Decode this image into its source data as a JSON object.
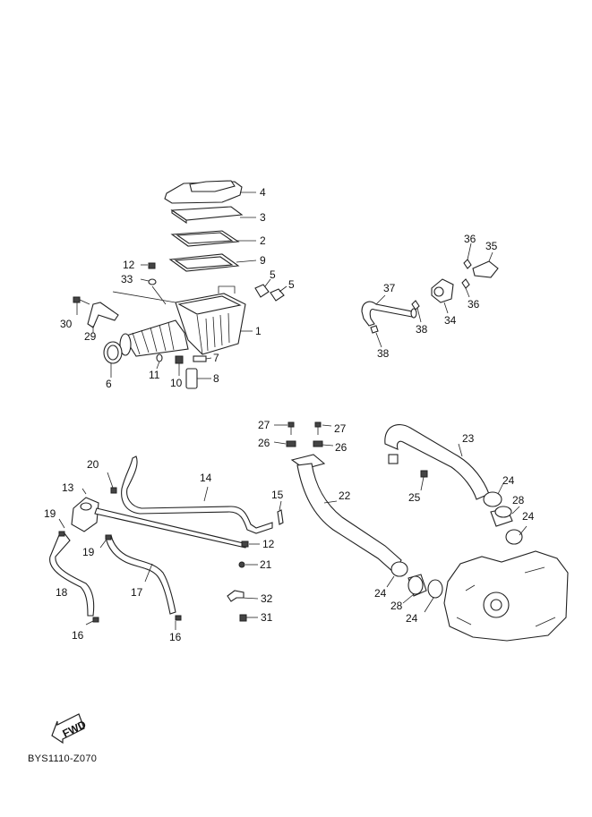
{
  "diagram_code": "BYS1110-Z070",
  "fwd_label": "FWD",
  "callouts": [
    {
      "id": "c4",
      "text": "4"
    },
    {
      "id": "c3",
      "text": "3"
    },
    {
      "id": "c2",
      "text": "2"
    },
    {
      "id": "c9",
      "text": "9"
    },
    {
      "id": "c12a",
      "text": "12"
    },
    {
      "id": "c33",
      "text": "33"
    },
    {
      "id": "c5a",
      "text": "5"
    },
    {
      "id": "c5b",
      "text": "5"
    },
    {
      "id": "c1",
      "text": "1"
    },
    {
      "id": "c30",
      "text": "30"
    },
    {
      "id": "c29",
      "text": "29"
    },
    {
      "id": "c6",
      "text": "6"
    },
    {
      "id": "c11",
      "text": "11"
    },
    {
      "id": "c10",
      "text": "10"
    },
    {
      "id": "c7",
      "text": "7"
    },
    {
      "id": "c8",
      "text": "8"
    },
    {
      "id": "c36a",
      "text": "36"
    },
    {
      "id": "c35",
      "text": "35"
    },
    {
      "id": "c37",
      "text": "37"
    },
    {
      "id": "c36b",
      "text": "36"
    },
    {
      "id": "c38a",
      "text": "38"
    },
    {
      "id": "c34",
      "text": "34"
    },
    {
      "id": "c38b",
      "text": "38"
    },
    {
      "id": "c27a",
      "text": "27"
    },
    {
      "id": "c27b",
      "text": "27"
    },
    {
      "id": "c26a",
      "text": "26"
    },
    {
      "id": "c26b",
      "text": "26"
    },
    {
      "id": "c23",
      "text": "23"
    },
    {
      "id": "c25",
      "text": "25"
    },
    {
      "id": "c22",
      "text": "22"
    },
    {
      "id": "c24a",
      "text": "24"
    },
    {
      "id": "c28a",
      "text": "28"
    },
    {
      "id": "c24b",
      "text": "24"
    },
    {
      "id": "c24c",
      "text": "24"
    },
    {
      "id": "c28b",
      "text": "28"
    },
    {
      "id": "c24d",
      "text": "24"
    },
    {
      "id": "c20",
      "text": "20"
    },
    {
      "id": "c14",
      "text": "14"
    },
    {
      "id": "c13",
      "text": "13"
    },
    {
      "id": "c15",
      "text": "15"
    },
    {
      "id": "c19a",
      "text": "19"
    },
    {
      "id": "c19b",
      "text": "19"
    },
    {
      "id": "c12b",
      "text": "12"
    },
    {
      "id": "c21",
      "text": "21"
    },
    {
      "id": "c18",
      "text": "18"
    },
    {
      "id": "c17",
      "text": "17"
    },
    {
      "id": "c32",
      "text": "32"
    },
    {
      "id": "c31",
      "text": "31"
    },
    {
      "id": "c16a",
      "text": "16"
    },
    {
      "id": "c16b",
      "text": "16"
    }
  ]
}
